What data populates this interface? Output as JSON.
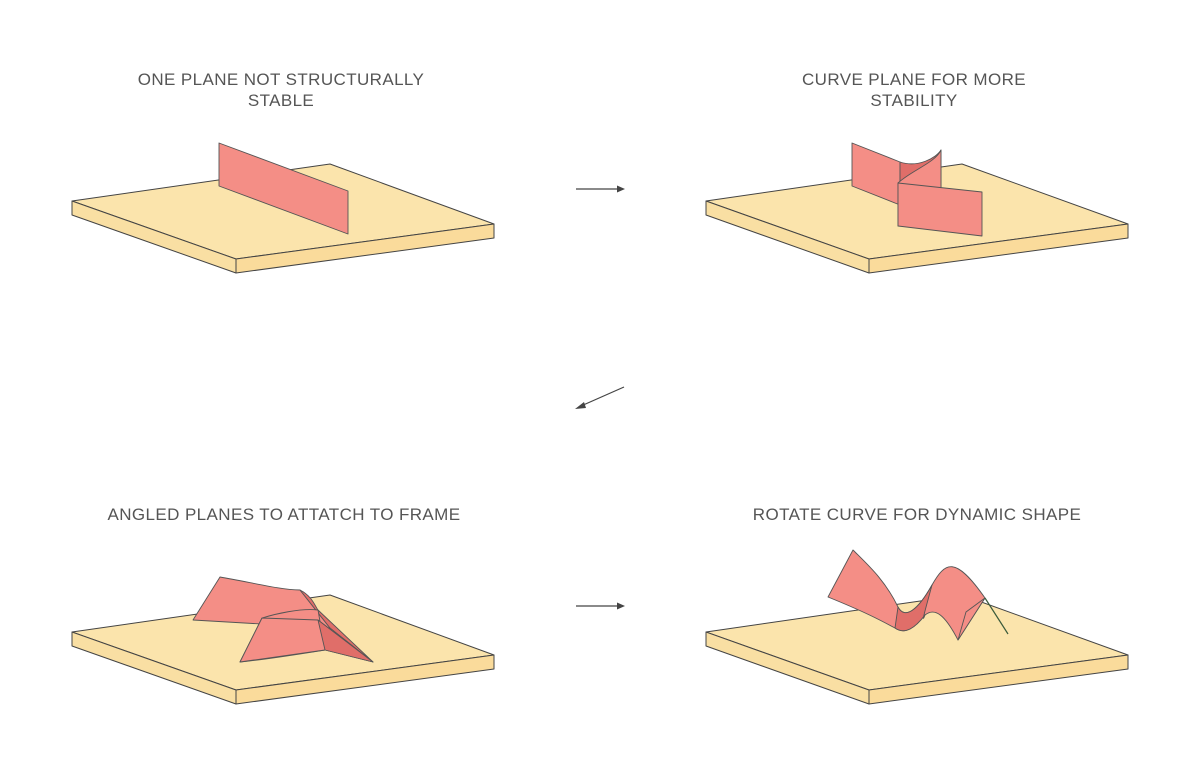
{
  "steps": [
    {
      "caption": "ONE PLANE NOT STRUCTURALLY\nSTABLE"
    },
    {
      "caption": "CURVE PLANE FOR MORE\nSTABILITY"
    },
    {
      "caption": "ANGLED PLANES TO ATTATCH TO FRAME"
    },
    {
      "caption": "ROTATE CURVE FOR DYNAMIC SHAPE"
    }
  ],
  "colors": {
    "base": "#fbe4ac",
    "plane": "#f48e86",
    "plane_shadow": "#e06e69",
    "text": "#555555",
    "arrow": "#444444"
  }
}
